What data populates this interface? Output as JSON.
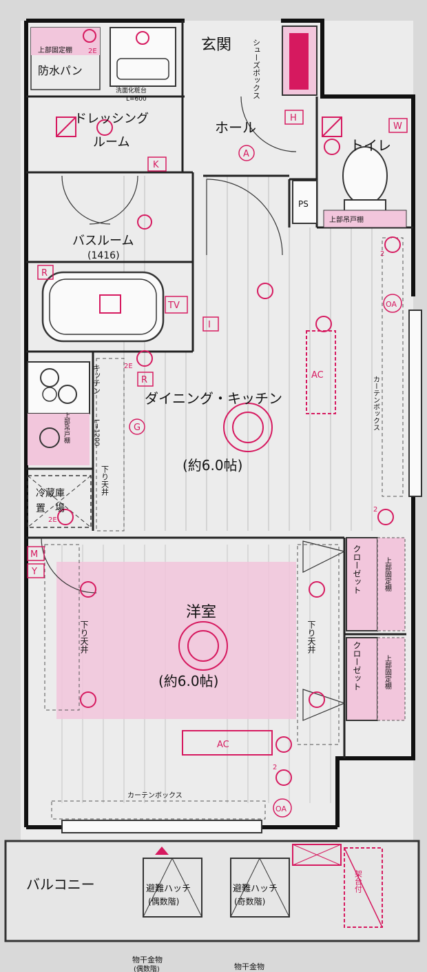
{
  "rooms": {
    "entrance": "玄関",
    "shoe_box": "シューズボックス",
    "hall": "ホール",
    "toilet": "トイレ",
    "dressing_room_line1": "ドレッシング",
    "dressing_room_line2": "ルーム",
    "waterproof_pan": "防水パン",
    "upper_fixed_shelf_small": "上部固定棚",
    "washbasin_line1": "洗面化粧台",
    "washbasin_line2": "L=600",
    "bathroom": "バスルーム",
    "bathroom_size": "(1416)",
    "ps": "PS",
    "upper_cabinet": "上部吊戸棚",
    "dining_kitchen": "ダイニング・キッチン",
    "dk_size": "(約6.0帖)",
    "kitchen_label": "キッチン",
    "kitchen_length": "L=1200",
    "kitchen_upper_cabinet": "上部吊戸棚",
    "lowered_ceiling": "下り天井",
    "fridge_line1": "冷蔵庫",
    "fridge_line2": "置　場",
    "curtain_box": "カーテンボックス",
    "western_room": "洋室",
    "western_size": "(約6.0帖)",
    "closet": "クローゼット",
    "upper_fixed_shelf": "上部固定棚",
    "balcony": "バルコニー",
    "hatch_even_line1": "避難ハッチ",
    "hatch_even_line2": "(偶数階)",
    "hatch_odd_line1": "避難ハッチ",
    "hatch_odd_line2": "(奇数階)",
    "stand": "架台付",
    "drying_hardware_1_line1": "物干金物",
    "drying_hardware_1_line2": "(偶数階)",
    "drying_hardware_2": "物干金物"
  },
  "symbols": {
    "A": "A",
    "H": "H",
    "W": "W",
    "K": "K",
    "R": "R",
    "I": "I",
    "TV": "TV",
    "G": "G",
    "M": "M",
    "Y": "Y",
    "AC": "AC",
    "OA": "OA",
    "two_e": "2E",
    "two": "2"
  },
  "colors": {
    "wall": "#111111",
    "accent": "#d6195f",
    "pink_fill": "#f2c6dc",
    "floor": "#ececec",
    "background": "#d9d9d9"
  }
}
